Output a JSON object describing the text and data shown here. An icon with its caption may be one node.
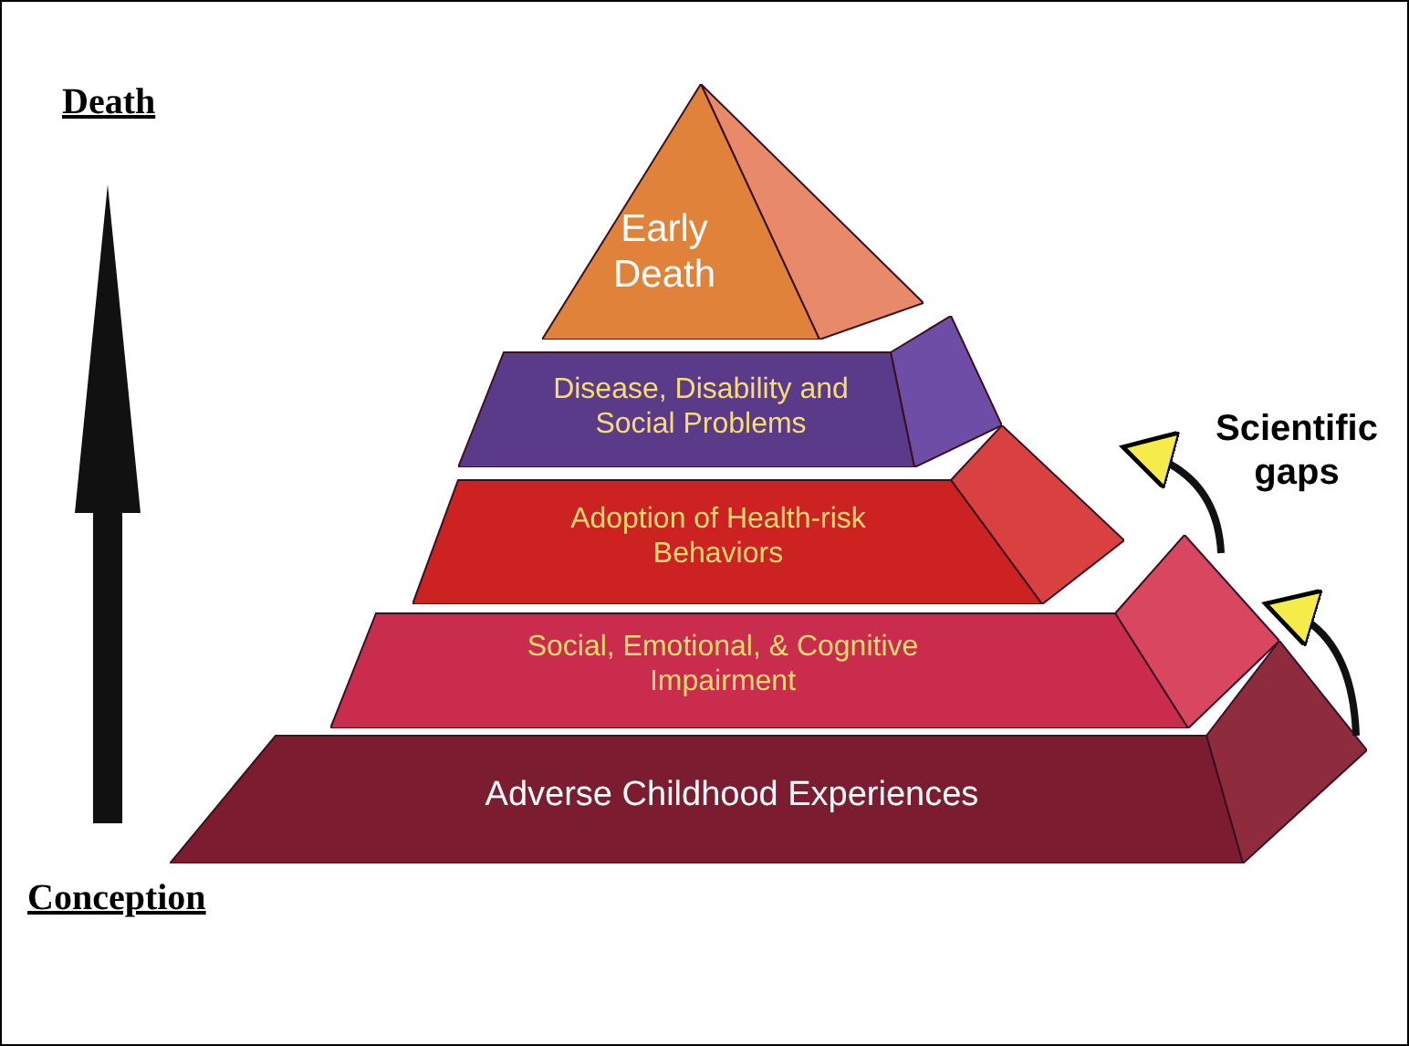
{
  "diagram": {
    "nodes": [
      {
        "text": [
          "Early Death"
        ]
      },
      {
        "text": [
          "Disease, Disability and Social Problems"
        ]
      },
      {
        "text": [
          "Adoption of Health-risk Behaviors"
        ]
      },
      {
        "text": [
          "Social, Emotional, & Cognitive Impairment"
        ]
      },
      {
        "text": [
          "Adverse Childhood Experiences"
        ]
      }
    ],
    "edges": [
      {
        "from": 4,
        "to": 3,
        "arrow": "to"
      },
      {
        "from": 3,
        "to": 2,
        "arrow": "to"
      }
    ],
    "labels": [
      "Death",
      "Scientific gaps",
      "Conception"
    ]
  }
}
